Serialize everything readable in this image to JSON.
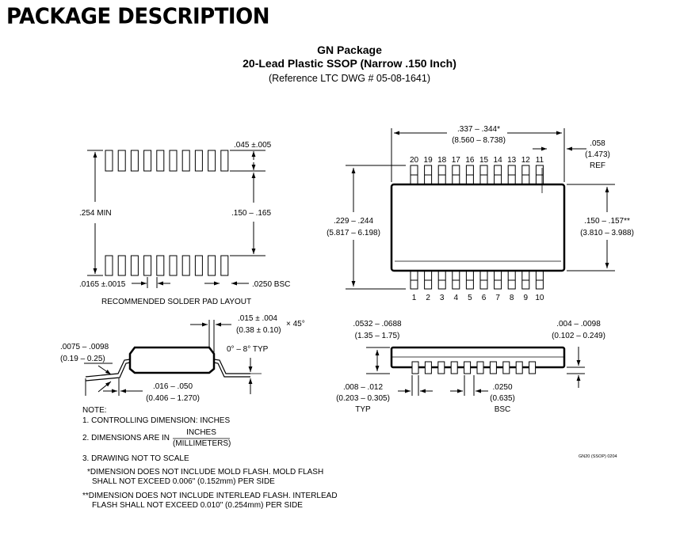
{
  "title": "PACKAGE DESCRIPTION",
  "package": {
    "name": "GN Package",
    "subtitle": "20-Lead Plastic SSOP (Narrow .150 Inch)",
    "reference": "(Reference LTC DWG # 05-08-1641)"
  },
  "solder_pad": {
    "caption": "RECOMMENDED SOLDER PAD LAYOUT",
    "pad_count_per_row": 10,
    "pad_height_dim": ".045 ±.005",
    "overall_dim": ".254 MIN",
    "row_spacing_dim": ".150 – .165",
    "pad_width_dim": ".0165 ±.0015",
    "pitch_dim": ".0250 BSC"
  },
  "top_view": {
    "pins_top": [
      "20",
      "19",
      "18",
      "17",
      "16",
      "15",
      "14",
      "13",
      "12",
      "11"
    ],
    "pins_bottom": [
      "1",
      "2",
      "3",
      "4",
      "5",
      "6",
      "7",
      "8",
      "9",
      "10"
    ],
    "length_in": ".337 – .344*",
    "length_mm": "(8.560 – 8.738)",
    "ref_in": ".058",
    "ref_mm": "(1.473)",
    "ref_label": "REF",
    "width_total_in": ".229 – .244",
    "width_total_mm": "(5.817 – 6.198)",
    "body_width_in": ".150 – .157**",
    "body_width_mm": "(3.810 – 3.988)"
  },
  "side_view": {
    "chamfer_in": ".015 ± .004",
    "chamfer_mm": "(0.38 ± 0.10)",
    "chamfer_angle": "× 45°",
    "lead_angle": "0° – 8° TYP",
    "lead_thick_in": ".0075 – .0098",
    "lead_thick_mm": "(0.19 – 0.25)",
    "foot_in": ".016 – .050",
    "foot_mm": "(0.406 – 1.270)"
  },
  "end_view": {
    "height_in": ".0532 – .0688",
    "height_mm": "(1.35 – 1.75)",
    "standoff_in": ".004 – .0098",
    "standoff_mm": "(0.102 – 0.249)",
    "lead_width_in": ".008 – .012",
    "lead_width_mm": "(0.203 – 0.305)",
    "lead_width_note": "TYP",
    "pitch_in": ".0250",
    "pitch_mm": "(0.635)",
    "pitch_note": "BSC"
  },
  "notes": {
    "heading": "NOTE:",
    "n1": "1. CONTROLLING DIMENSION: INCHES",
    "n2_prefix": "2. DIMENSIONS ARE IN",
    "n2_num": "INCHES",
    "n2_den": "(MILLIMETERS)",
    "n3": "3. DRAWING NOT TO SCALE",
    "star1_line1": "*DIMENSION DOES NOT INCLUDE MOLD FLASH. MOLD FLASH",
    "star1_line2": "SHALL NOT EXCEED 0.006\" (0.152mm) PER SIDE",
    "star2_line1": "**DIMENSION DOES NOT INCLUDE INTERLEAD FLASH. INTERLEAD",
    "star2_line2": "FLASH SHALL NOT EXCEED 0.010\" (0.254mm) PER SIDE"
  },
  "drawing_code": "GN20 (SSOP) 0204"
}
